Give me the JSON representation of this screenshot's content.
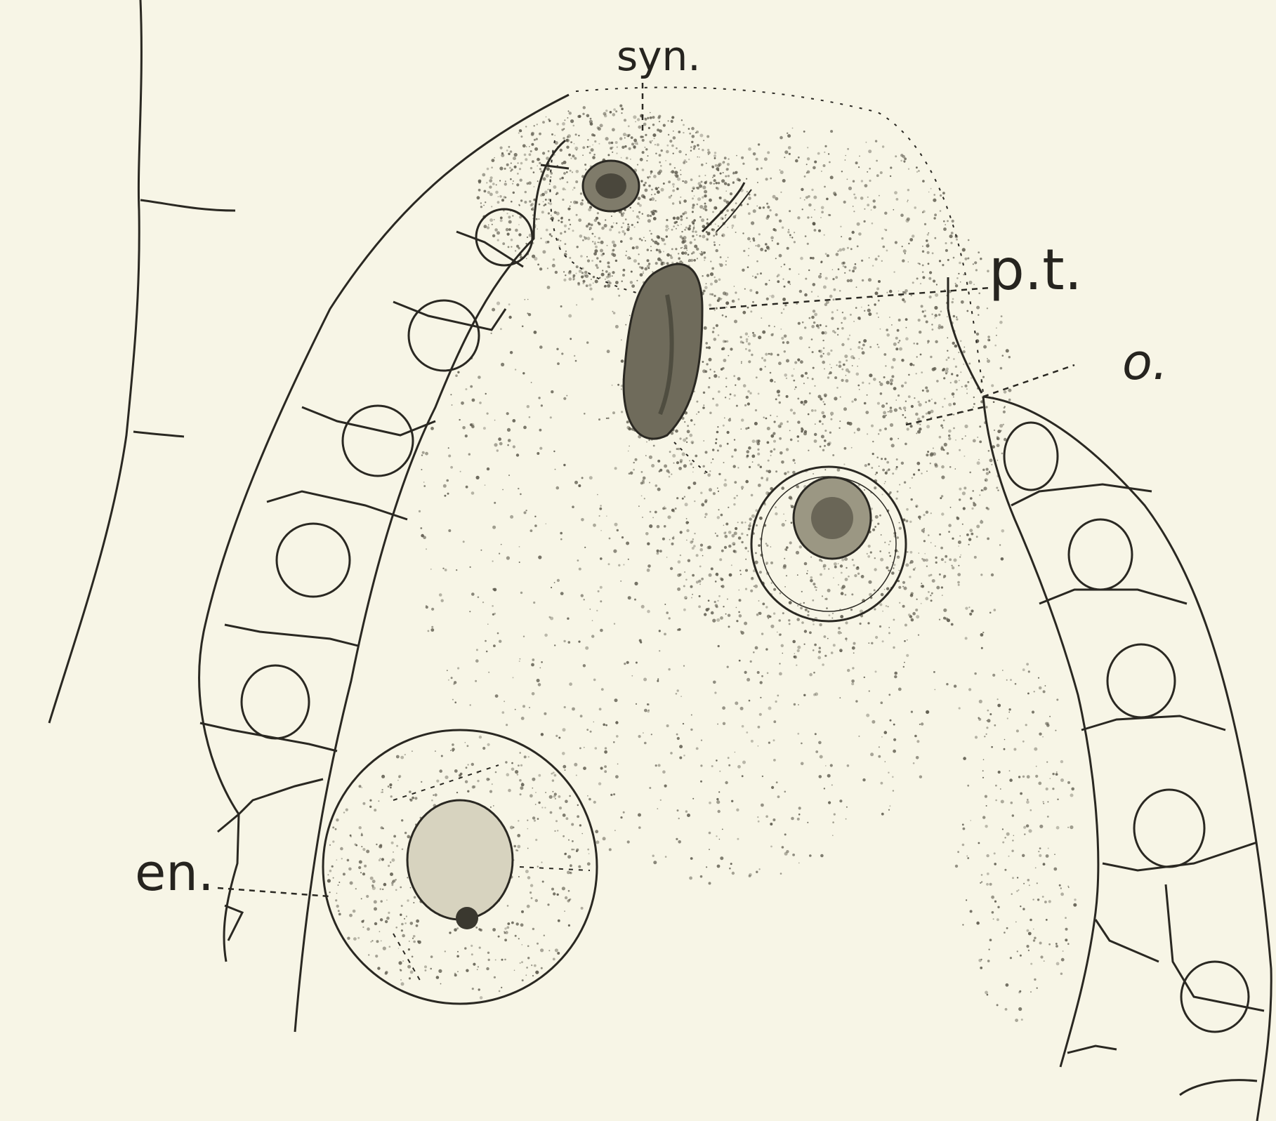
{
  "figure": {
    "background": "#f7f5e6",
    "ink_color": "#2a2822",
    "labels": {
      "syn": "syn.",
      "pt": "p.t.",
      "o": "o.",
      "en": "en."
    }
  }
}
